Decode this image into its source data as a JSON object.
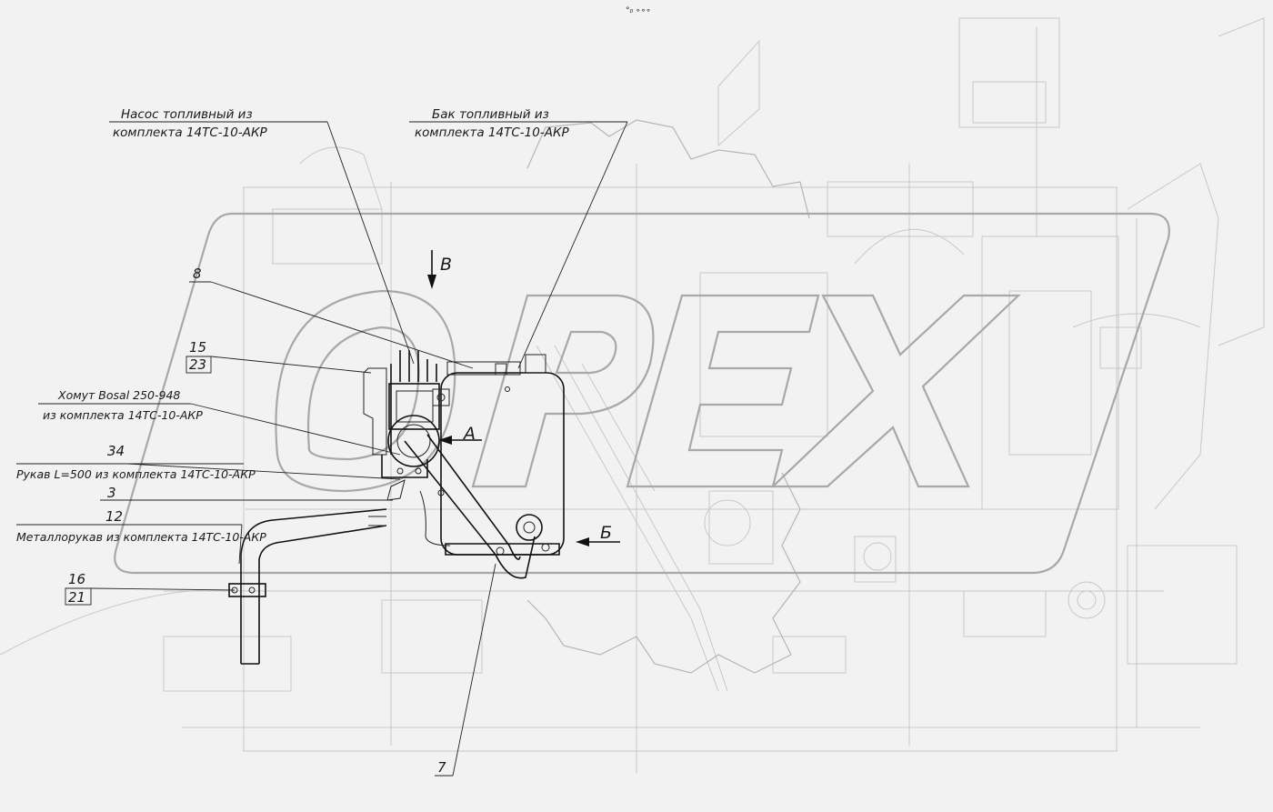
{
  "labels": {
    "pump_line1": "Насос топливный из",
    "pump_line2": "комплекта 14ТС-10-АКР",
    "tank_line1": "Бак топливный из",
    "tank_line2": "комплекта 14ТС-10-АКР",
    "clamp_line1": "Хомут Bosal 250-948",
    "clamp_line2": "из комплекта 14ТС-10-АКР",
    "hose": "Рукав L=500 из комплекта 14ТС-10-АКР",
    "metal_hose": "Металлорукав из комплекта 14ТС-10-АКР"
  },
  "callouts": {
    "n8": "8",
    "n15": "15",
    "n23": "23",
    "n34": "34",
    "n3": "3",
    "n12": "12",
    "n16": "16",
    "n21": "21",
    "n7": "7"
  },
  "views": {
    "v": "В",
    "a": "А",
    "b": "Б"
  },
  "top_mark": "°₀ ∘∘∘",
  "watermark": "OPEX",
  "colors": {
    "ink": "#111111",
    "background_lines": "#c8c8c8",
    "watermark": "#a8a8a8"
  }
}
